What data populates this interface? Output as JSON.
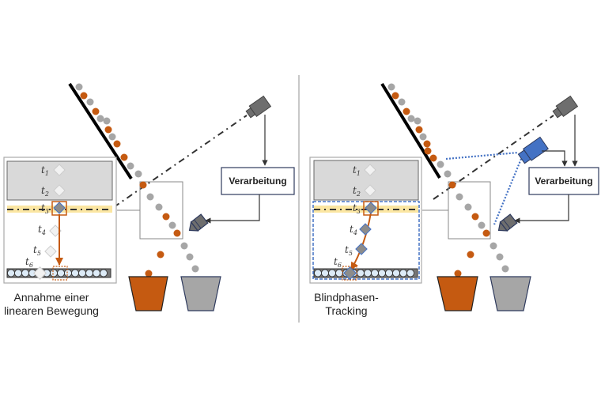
{
  "colors": {
    "orange": "#c55a11",
    "grey_particle": "#a6a6a6",
    "camera_grey": "#6e6e6e",
    "camera_blue": "#4472c4",
    "outline_navy": "#2f3b5e",
    "highlight_yellow": "#fbe6a2",
    "inset_fill": "#d9d9d9",
    "conveyor_fill": "#ddebf7"
  },
  "panels": [
    {
      "id": "left",
      "caption_line1": "Annahme einer",
      "caption_line2": "linearen Bewegung",
      "processing_label": "Verarbeitung",
      "time_labels": [
        "t1",
        "t2",
        "t3",
        "t4",
        "t5",
        "t6"
      ],
      "has_secondary_camera": false
    },
    {
      "id": "right",
      "caption_line1": "Blindphasen-",
      "caption_line2": "Tracking",
      "processing_label": "Verarbeitung",
      "time_labels": [
        "t1",
        "t2",
        "t3",
        "t4",
        "t5",
        "t6"
      ],
      "has_secondary_camera": true
    }
  ],
  "icons": {
    "line_scan_camera": "camera-icon",
    "area_camera": "camera-icon",
    "air_nozzle": "nozzle-icon",
    "bin_reject": "bin-icon",
    "bin_accept": "bin-icon"
  }
}
